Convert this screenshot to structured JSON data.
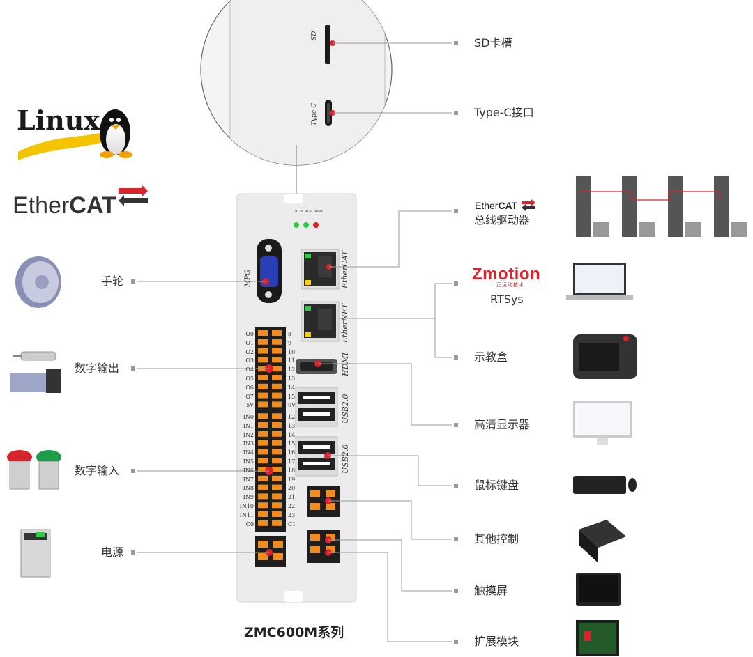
{
  "caption": "ZMC600M系列",
  "logos": {
    "linux": "Linux",
    "ethercat_ether": "Ether",
    "ethercat_cat": "CAT",
    "zmotion": "Zmotion",
    "zmotion_sub": "正运动技术"
  },
  "left_labels": {
    "handwheel": "手轮",
    "digital_output": "数字输出",
    "digital_input": "数字输入",
    "power": "电源"
  },
  "right_labels": {
    "sd_slot": "SD卡槽",
    "type_c": "Type-C接口",
    "ecat_bus_ether": "Ether",
    "ecat_bus_cat": "CAT",
    "ecat_bus_text": "总线驱动器",
    "rtsys": "RTSys",
    "teach_pendant": "示教盒",
    "hd_display": "高清显示器",
    "mouse_keyboard": "鼠标键盘",
    "other_control": "其他控制",
    "touch_screen": "触摸屏",
    "expansion_module": "扩展模块"
  },
  "device_marks": {
    "sd": "SD",
    "typec": "Type-C",
    "mpg": "MPG",
    "ethercat": "EtherCAT",
    "ethernet": "EtherNET",
    "hdmi": "HDMI",
    "usb1": "USB2.0",
    "usb2": "USB2.0",
    "leds": [
      "RUN",
      "BUS",
      "ALM"
    ]
  },
  "output_pins": [
    "O0",
    "O1",
    "O2",
    "O3",
    "O4",
    "O5",
    "O6",
    "O7",
    "5V"
  ],
  "output_pins_right": [
    "8",
    "9",
    "10",
    "11",
    "12",
    "13",
    "14",
    "15",
    "0V"
  ],
  "input_pins": [
    "IN0",
    "IN1",
    "IN2",
    "IN3",
    "IN4",
    "IN5",
    "IN6",
    "IN7",
    "IN8",
    "IN9",
    "IN10",
    "IN11",
    "C0"
  ],
  "input_pins_right": [
    "12",
    "13",
    "14",
    "15",
    "16",
    "17",
    "18",
    "19",
    "20",
    "21",
    "22",
    "23",
    "C1"
  ],
  "colors": {
    "accent_red": "#d9232d",
    "led_green": "#2ecc40",
    "led_red": "#e02020",
    "connector_orange": "#f28c1e",
    "vga_blue": "#2a3fb5",
    "leader_line": "#999999"
  }
}
